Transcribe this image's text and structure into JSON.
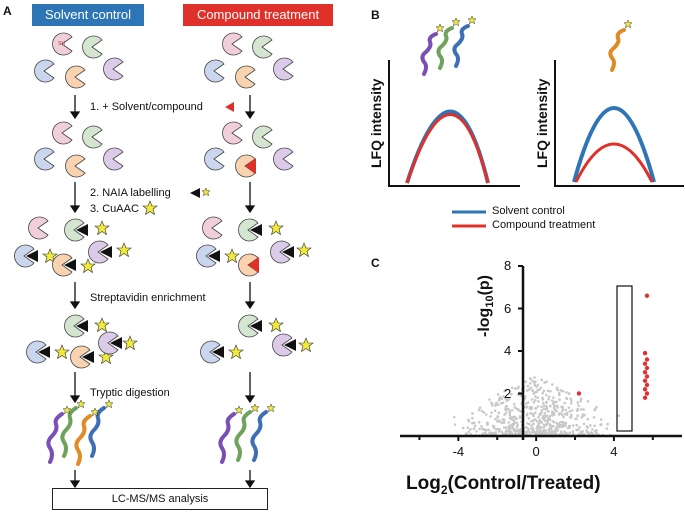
{
  "panel_a": {
    "letter": "A",
    "header_left": "Solvent control",
    "header_right": "Compound treatment",
    "header_left_color": "#2e75b6",
    "header_right_color": "#e0302a",
    "sh_label": "SH",
    "step1": "1.  + Solvent/compound",
    "step2": "2.  NAIA labelling",
    "step3": "3.  CuAAC",
    "step_enrich": "Streptavidin enrichment",
    "step_digest": "Tryptic digestion",
    "final": "LC-MS/MS analysis"
  },
  "panel_b": {
    "letter": "B",
    "ylabel_left": "LFQ intensity",
    "ylabel_right": "LFQ intensity",
    "legend": [
      {
        "label": "Solvent control",
        "color": "#2e75b6"
      },
      {
        "label": "Compound treatment",
        "color": "#e0302a"
      }
    ]
  },
  "panel_c": {
    "letter": "C",
    "ylabel": "-log10(p)",
    "xlabel": "Log2(Control/Treated)",
    "x_ticks": [
      "-4",
      "0",
      "4"
    ],
    "y_ticks": [
      "2",
      "4",
      "6",
      "8"
    ]
  },
  "chart_data": {
    "type": "scatter",
    "xlabel": "Log2(Control/Treated)",
    "ylabel": "-log10(p)",
    "xlim": [
      -7,
      7.5
    ],
    "ylim": [
      0,
      8
    ],
    "series": [
      {
        "color": "#e03030",
        "points": [
          [
            5.7,
            6.6
          ],
          [
            5.6,
            3.9
          ],
          [
            5.7,
            3.6
          ],
          [
            5.6,
            3.4
          ],
          [
            5.7,
            3.2
          ],
          [
            5.6,
            3.0
          ],
          [
            5.7,
            2.8
          ],
          [
            5.6,
            2.6
          ],
          [
            5.7,
            2.4
          ],
          [
            5.6,
            2.2
          ],
          [
            5.7,
            2.0
          ],
          [
            5.6,
            1.8
          ],
          [
            2.2,
            2.0
          ]
        ]
      }
    ]
  }
}
